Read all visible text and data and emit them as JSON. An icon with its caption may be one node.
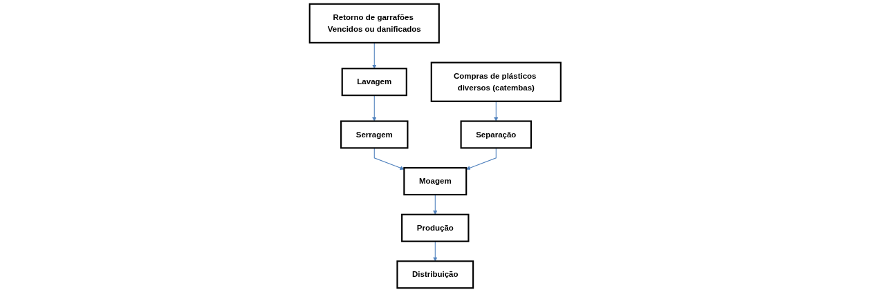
{
  "diagram": {
    "nodes": [
      {
        "text": [
          "Compras de plásticos diversos (catembas)"
        ]
      },
      {
        "text": [
          "Retorno de garrafões Vencidos ou danificados"
        ]
      },
      {
        "text": [
          "Separação"
        ]
      },
      {
        "text": [
          "Lavagem"
        ]
      },
      {
        "text": [
          "Serragem"
        ]
      },
      {
        "text": [
          "Moagem"
        ]
      },
      {
        "text": [
          "Produção"
        ]
      },
      {
        "text": [
          "Distribuição"
        ]
      }
    ],
    "edges": [
      {
        "from": 0,
        "to": 2,
        "arrow": "to"
      },
      {
        "from": 1,
        "to": 3,
        "arrow": "to"
      },
      {
        "from": 3,
        "to": 4,
        "arrow": "to"
      },
      {
        "from": 4,
        "to": 5,
        "arrow": "to"
      },
      {
        "from": 2,
        "to": 5,
        "arrow": "to"
      },
      {
        "from": 5,
        "to": 6,
        "arrow": "to"
      },
      {
        "from": 6,
        "to": 7,
        "arrow": "to"
      }
    ]
  }
}
